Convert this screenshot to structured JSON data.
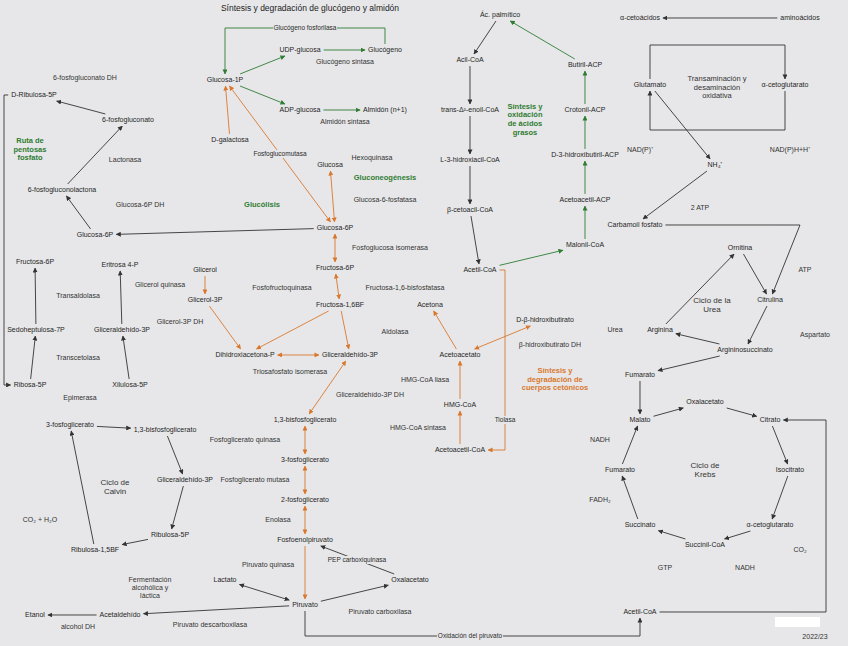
{
  "diagram": {
    "title": "Síntesis y degradación de glucógeno y almidón",
    "nodes": [
      {
        "text": [
          "D-Ribulosa-5P"
        ]
      },
      {
        "text": [
          "6-fosfogluconato"
        ]
      },
      {
        "text": [
          "6-fosfogluconolactona"
        ]
      },
      {
        "text": [
          "Glucosa-6P"
        ]
      },
      {
        "text": [
          "Xilulosa-5P"
        ]
      },
      {
        "text": [
          "Ribosa-5P"
        ]
      },
      {
        "text": [
          "Sedoheptulosa-7P"
        ]
      },
      {
        "text": [
          "Fructosa-6P"
        ]
      },
      {
        "text": [
          "Eritrosa 4-P"
        ]
      },
      {
        "text": [
          "Gliceraldehído-3P"
        ]
      },
      {
        "text": [
          "Glucosa-1P"
        ]
      },
      {
        "text": [
          "UDP-glucosa"
        ]
      },
      {
        "text": [
          "Glucógeno"
        ]
      },
      {
        "text": [
          "ADP-glucosa"
        ]
      },
      {
        "text": [
          "Almidón (n+1)"
        ]
      },
      {
        "text": [
          "Glucosa"
        ]
      },
      {
        "text": [
          "Glucosa-6P"
        ]
      },
      {
        "text": [
          "Fructosa-6P"
        ]
      },
      {
        "text": [
          "Fructosa-1,6BF"
        ]
      },
      {
        "text": [
          "Dihidroxiacetona-P"
        ]
      },
      {
        "text": [
          "Gliceraldehído-3P"
        ]
      },
      {
        "text": [
          "1,3-bisfosfoglicerato"
        ]
      },
      {
        "text": [
          "3-fosfoglicerato"
        ]
      },
      {
        "text": [
          "2-fosfoglicerato"
        ]
      },
      {
        "text": [
          "Fosfoenolpiruvato"
        ]
      },
      {
        "text": [
          "Piruvato"
        ]
      },
      {
        "text": [
          "Lactato"
        ]
      },
      {
        "text": [
          "Acetaldehído"
        ]
      },
      {
        "text": [
          "Etanol"
        ]
      },
      {
        "text": [
          "Oxalacetato"
        ]
      },
      {
        "text": [
          "Glicerol"
        ]
      },
      {
        "text": [
          "Glicerol-3P"
        ]
      },
      {
        "text": [
          "D-galactosa"
        ]
      },
      {
        "text": [
          "1,3-bisfosfoglicerato"
        ]
      },
      {
        "text": [
          "Gliceraldehído-3P"
        ]
      },
      {
        "text": [
          "Ribulosa-5P"
        ]
      },
      {
        "text": [
          "Ribulosa-1,5BF"
        ]
      },
      {
        "text": [
          "3-fosfoglicerato"
        ]
      },
      {
        "text": [
          "Ác. palmítico"
        ]
      },
      {
        "text": [
          "Acil-CoA"
        ]
      },
      {
        "text": [
          "trans-Δ²-enoil-CoA"
        ]
      },
      {
        "text": [
          "L-3-hidroxiacil-CoA"
        ]
      },
      {
        "text": [
          "β-cetoacil-CoA"
        ]
      },
      {
        "text": [
          "Acetil-CoA"
        ]
      },
      {
        "text": [
          "Acetona"
        ]
      },
      {
        "text": [
          "Acetoacetato"
        ]
      },
      {
        "text": [
          "D-β-hidroxibutirato"
        ]
      },
      {
        "text": [
          "HMG-CoA"
        ]
      },
      {
        "text": [
          "Acetoacetil-CoA"
        ]
      },
      {
        "text": [
          "Malonil-CoA"
        ]
      },
      {
        "text": [
          "Acetoacetil-ACP"
        ]
      },
      {
        "text": [
          "D-3-hidroxibutiril-ACP"
        ]
      },
      {
        "text": [
          "Crotonil-ACP"
        ]
      },
      {
        "text": [
          "Butiril-ACP"
        ]
      },
      {
        "text": [
          "Oxalacetato"
        ]
      },
      {
        "text": [
          "Citrato"
        ]
      },
      {
        "text": [
          "Isocitrato"
        ]
      },
      {
        "text": [
          "α-cetoglutarato"
        ]
      },
      {
        "text": [
          "Succinil-CoA"
        ]
      },
      {
        "text": [
          "Succinato"
        ]
      },
      {
        "text": [
          "Fumarato"
        ]
      },
      {
        "text": [
          "Malato"
        ]
      },
      {
        "text": [
          "Acetil-CoA"
        ]
      },
      {
        "text": [
          "Ornitina"
        ]
      },
      {
        "text": [
          "Citrulina"
        ]
      },
      {
        "text": [
          "Argininosuccinato"
        ]
      },
      {
        "text": [
          "Arginina"
        ]
      },
      {
        "text": [
          "Carbamoil fosfato"
        ]
      },
      {
        "text": [
          "Fumarato"
        ]
      },
      {
        "text": [
          "aminoácidos"
        ]
      },
      {
        "text": [
          "α-cetoácidos"
        ]
      },
      {
        "text": [
          "α-cetoglutarato"
        ]
      },
      {
        "text": [
          "Glutamato"
        ]
      },
      {
        "text": [
          "NH₄⁺"
        ]
      }
    ],
    "edges": [
      {
        "from": 3,
        "to": 2,
        "arrow": "to"
      },
      {
        "from": 2,
        "to": 1,
        "arrow": "to"
      },
      {
        "from": 1,
        "to": 0,
        "arrow": "to"
      },
      {
        "from": 0,
        "to": 5,
        "arrow": "to"
      },
      {
        "from": 5,
        "to": 6,
        "arrow": "to"
      },
      {
        "from": 4,
        "to": 9,
        "arrow": "to"
      },
      {
        "from": 6,
        "to": 7,
        "arrow": "to"
      },
      {
        "from": 9,
        "to": 8,
        "arrow": "to"
      },
      {
        "from": 16,
        "to": 3,
        "arrow": "to"
      },
      {
        "from": 12,
        "to": 10,
        "label": "Glucógeno fosforilasa",
        "arrow": "to"
      },
      {
        "from": 10,
        "to": 11,
        "arrow": "to"
      },
      {
        "from": 11,
        "to": 12,
        "arrow": "to"
      },
      {
        "from": 10,
        "to": 13,
        "arrow": "to"
      },
      {
        "from": 13,
        "to": 14,
        "arrow": "to"
      },
      {
        "from": 10,
        "to": 16,
        "label": "Fosfoglucomutasa",
        "arrow": "both"
      },
      {
        "from": 32,
        "to": 10,
        "arrow": "to"
      },
      {
        "from": 15,
        "to": 16,
        "arrow": "both"
      },
      {
        "from": 16,
        "to": 17,
        "arrow": "both"
      },
      {
        "from": 17,
        "to": 18,
        "arrow": "both"
      },
      {
        "from": 18,
        "to": 19,
        "arrow": "to"
      },
      {
        "from": 18,
        "to": 20,
        "arrow": "to"
      },
      {
        "from": 19,
        "to": 20,
        "arrow": "both"
      },
      {
        "from": 30,
        "to": 31,
        "arrow": "to"
      },
      {
        "from": 31,
        "to": 19,
        "arrow": "to"
      },
      {
        "from": 20,
        "to": 21,
        "arrow": "both"
      },
      {
        "from": 21,
        "to": 22,
        "arrow": "both"
      },
      {
        "from": 22,
        "to": 23,
        "arrow": "both"
      },
      {
        "from": 23,
        "to": 24,
        "arrow": "both"
      },
      {
        "from": 24,
        "to": 25,
        "arrow": "to"
      },
      {
        "from": 25,
        "to": 26,
        "arrow": "both"
      },
      {
        "from": 25,
        "to": 27,
        "arrow": "to"
      },
      {
        "from": 27,
        "to": 28,
        "arrow": "to"
      },
      {
        "from": 25,
        "to": 29,
        "arrow": "to"
      },
      {
        "from": 29,
        "to": 24,
        "label": "PEP carboxiquinasa",
        "arrow": "to"
      },
      {
        "from": 25,
        "to": 62,
        "label": "Oxidación del piruvato",
        "arrow": "to"
      },
      {
        "from": 37,
        "to": 33,
        "arrow": "to"
      },
      {
        "from": 33,
        "to": 34,
        "arrow": "to"
      },
      {
        "from": 34,
        "to": 35,
        "arrow": "to"
      },
      {
        "from": 35,
        "to": 36,
        "arrow": "to"
      },
      {
        "from": 36,
        "to": 37,
        "arrow": "to"
      },
      {
        "from": 38,
        "to": 39,
        "arrow": "to"
      },
      {
        "from": 39,
        "to": 40,
        "arrow": "to"
      },
      {
        "from": 40,
        "to": 41,
        "arrow": "to"
      },
      {
        "from": 41,
        "to": 42,
        "arrow": "to"
      },
      {
        "from": 42,
        "to": 43,
        "arrow": "to"
      },
      {
        "from": 43,
        "to": 49,
        "arrow": "to"
      },
      {
        "from": 49,
        "to": 50,
        "arrow": "to"
      },
      {
        "from": 50,
        "to": 51,
        "arrow": "to"
      },
      {
        "from": 51,
        "to": 52,
        "arrow": "to"
      },
      {
        "from": 52,
        "to": 53,
        "arrow": "to"
      },
      {
        "from": 53,
        "to": 38,
        "arrow": "to"
      },
      {
        "from": 43,
        "to": 48,
        "label": "Tiolasa",
        "arrow": "to"
      },
      {
        "from": 48,
        "to": 47,
        "arrow": "to"
      },
      {
        "from": 47,
        "to": 45,
        "arrow": "to"
      },
      {
        "from": 45,
        "to": 44,
        "arrow": "to"
      },
      {
        "from": 45,
        "to": 46,
        "arrow": "both"
      },
      {
        "from": 54,
        "to": 55,
        "arrow": "to"
      },
      {
        "from": 55,
        "to": 56,
        "arrow": "to"
      },
      {
        "from": 56,
        "to": 57,
        "arrow": "to"
      },
      {
        "from": 57,
        "to": 58,
        "arrow": "to"
      },
      {
        "from": 58,
        "to": 59,
        "arrow": "to"
      },
      {
        "from": 59,
        "to": 60,
        "arrow": "to"
      },
      {
        "from": 60,
        "to": 61,
        "arrow": "to"
      },
      {
        "from": 61,
        "to": 54,
        "arrow": "to"
      },
      {
        "from": 62,
        "to": 55,
        "arrow": "to"
      },
      {
        "from": 63,
        "to": 64,
        "arrow": "to"
      },
      {
        "from": 64,
        "to": 65,
        "arrow": "to"
      },
      {
        "from": 65,
        "to": 66,
        "arrow": "to"
      },
      {
        "from": 66,
        "to": 63,
        "arrow": "to"
      },
      {
        "from": 65,
        "to": 68,
        "arrow": "to"
      },
      {
        "from": 68,
        "to": 61,
        "arrow": "to"
      },
      {
        "from": 67,
        "to": 64,
        "arrow": "to"
      },
      {
        "from": 73,
        "to": 67,
        "arrow": "to"
      },
      {
        "from": 69,
        "to": 70,
        "arrow": "to"
      },
      {
        "from": 71,
        "to": 72,
        "arrow": "to"
      },
      {
        "from": 72,
        "to": 71,
        "arrow": "to"
      },
      {
        "from": 72,
        "to": 73,
        "arrow": "to"
      }
    ],
    "labels": [
      "Ruta de pentosas fosfato",
      "Glucosa-6P DH",
      "Lactonasa",
      "6-fosfogluconato DH",
      "Transaldolasa",
      "Transcetolasa",
      "Epimerasa",
      "Ciclo de Calvin",
      "CO₂ + H₂O",
      "Fermentación alcohólica y láctica",
      "alcohol DH",
      "Piruvato descarboxilasa",
      "Glucógeno sintasa",
      "Almidón sintasa",
      "Glucólisis",
      "Gluconeogénesis",
      "Hexoquinasa",
      "Glucosa-6-fosfatasa",
      "Fosfoglucosa isomerasa",
      "Fosfofructoquinasa",
      "Fructosa-1,6-bisfosfatasa",
      "Aldolasa",
      "Triosafosfato isomerasa",
      "Glicerol quinasa",
      "Glicerol-3P DH",
      "Gliceraldehído-3P DH",
      "Fosfoglicerato quinasa",
      "Fosfoglicerato mutasa",
      "Enolasa",
      "Piruvato quinasa",
      "Piruvato carboxilasa",
      "Síntesis y oxidación de ácidos grasos",
      "HMG-CoA sintasa",
      "HMG-CoA liasa",
      "β-hidroxibutirato DH",
      "Síntesis y degradación de cuerpos cetónicos",
      "Ciclo de Krebs",
      "CO₂",
      "NADH",
      "GTP",
      "FADH₂",
      "NADH",
      "Ciclo de la Urea",
      "Aspartato",
      "ATP",
      "Urea",
      "2 ATP",
      "Transaminación y desaminación oxidativa",
      "NAD(P)⁺",
      "NAD(P)H+H⁺",
      "2022/23"
    ]
  }
}
